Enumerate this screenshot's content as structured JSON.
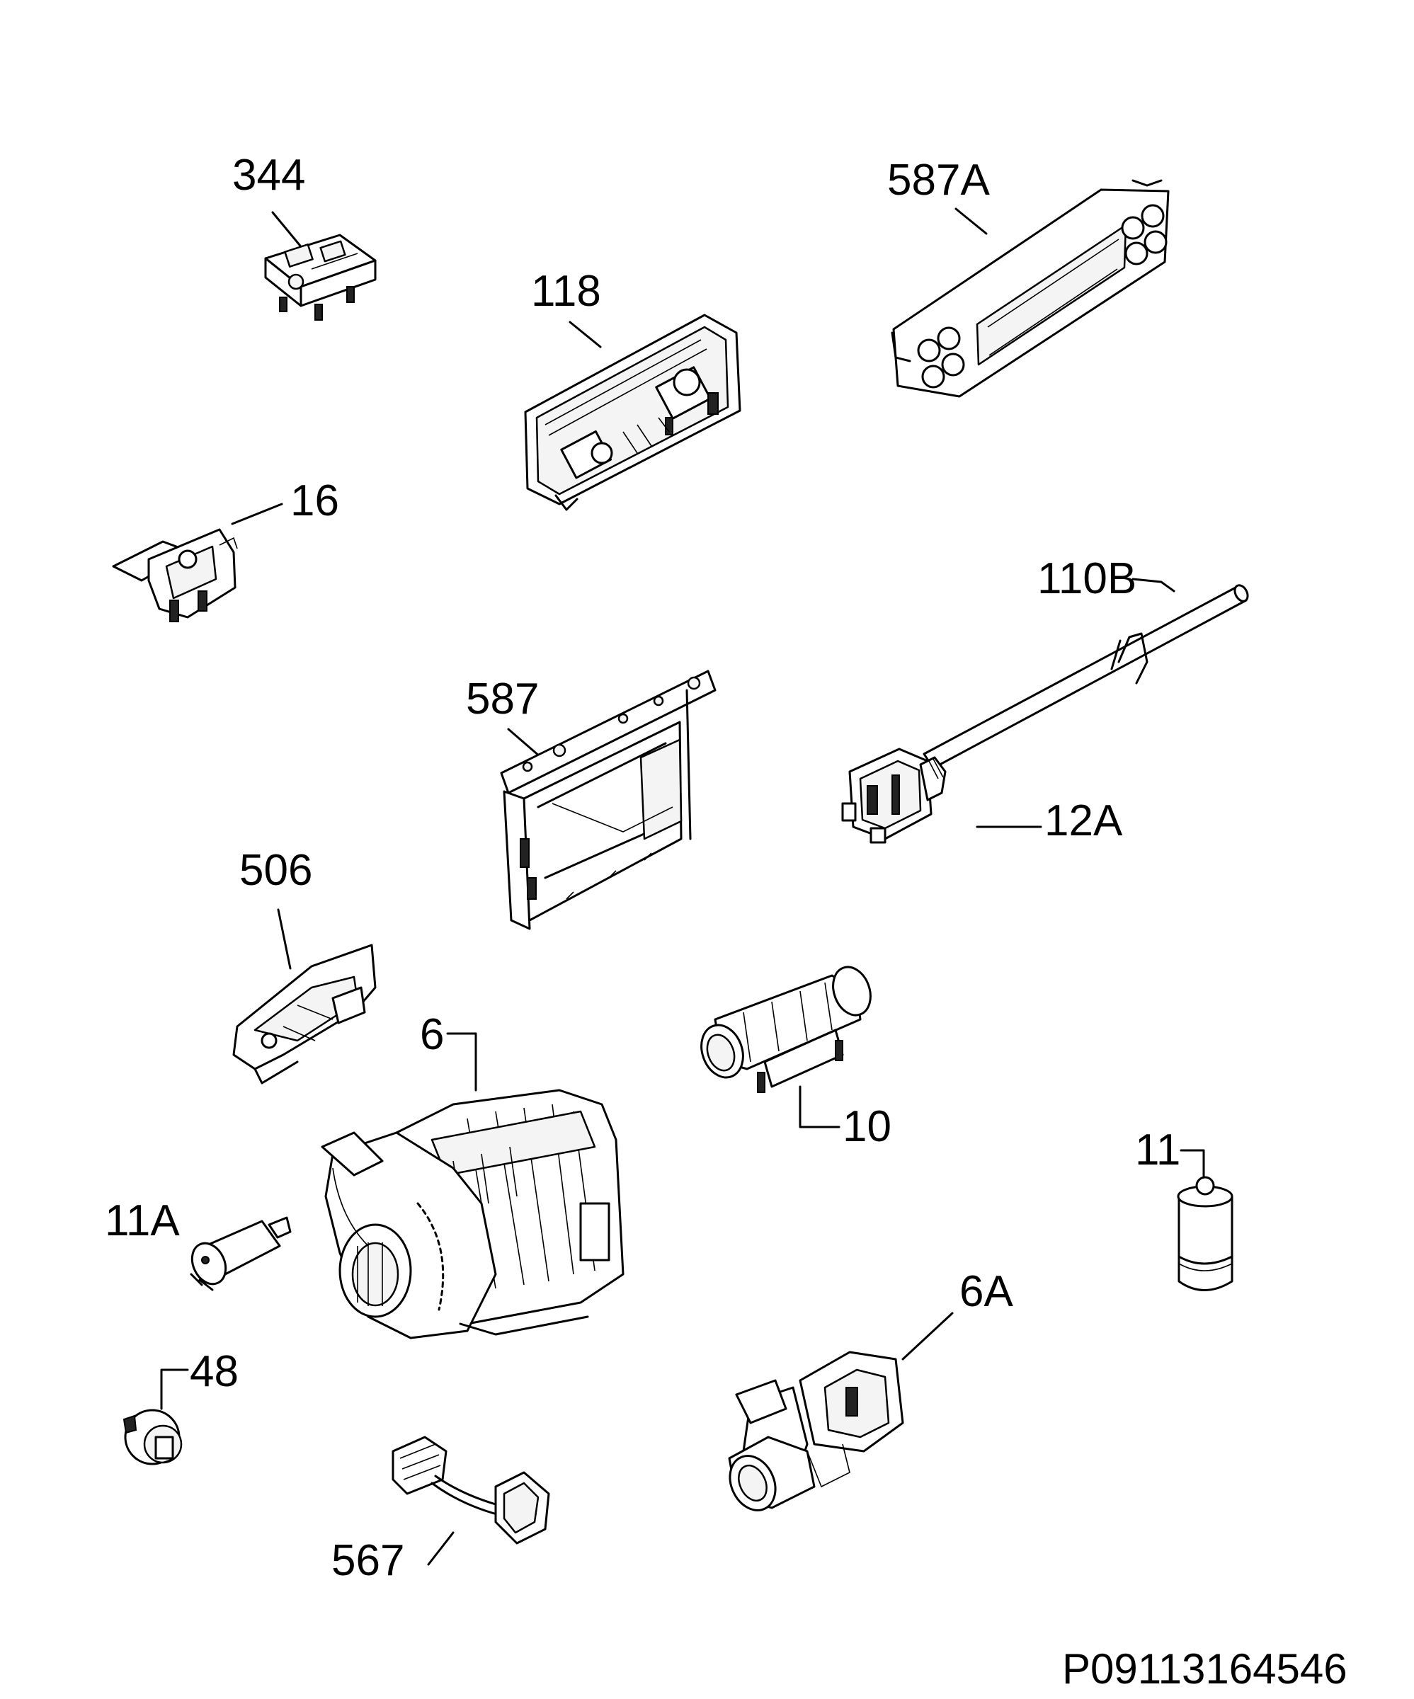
{
  "diagram": {
    "drawing_code": "P09113164546",
    "parts": [
      {
        "id": "344"
      },
      {
        "id": "587A"
      },
      {
        "id": "118"
      },
      {
        "id": "16"
      },
      {
        "id": "110B"
      },
      {
        "id": "587"
      },
      {
        "id": "12A"
      },
      {
        "id": "506"
      },
      {
        "id": "6"
      },
      {
        "id": "10"
      },
      {
        "id": "11"
      },
      {
        "id": "11A"
      },
      {
        "id": "6A"
      },
      {
        "id": "48"
      },
      {
        "id": "567"
      }
    ]
  }
}
